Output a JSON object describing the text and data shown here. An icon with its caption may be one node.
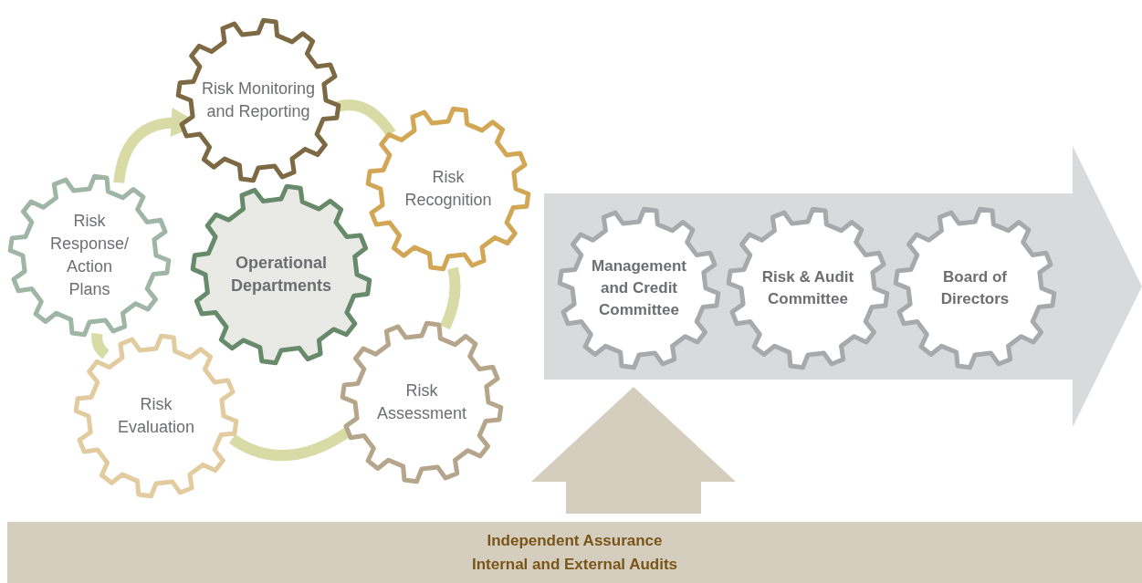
{
  "diagram": {
    "nodes": [
      {
        "text": [
          "Risk Monitoring and Reporting"
        ]
      },
      {
        "text": [
          "Risk Recognition"
        ]
      },
      {
        "text": [
          "Operational Departments"
        ]
      },
      {
        "text": [
          "Risk Response/ Action Plans"
        ]
      },
      {
        "text": [
          "Risk Evaluation"
        ]
      },
      {
        "text": [
          "Risk Assessment"
        ]
      },
      {
        "text": [],
        "shape": "arrow"
      },
      {
        "text": [
          "Management and Credit Committee"
        ],
        "in": 6
      },
      {
        "text": [
          "Risk & Audit Committee"
        ],
        "in": 6
      },
      {
        "text": [
          "Board of Directors"
        ],
        "in": 6
      },
      {
        "text": [
          "Independent Assurance",
          "Internal and External Audits"
        ]
      }
    ],
    "edges": [
      {
        "from": 3,
        "to": 0,
        "arrow": "to"
      },
      {
        "from": 0,
        "to": 1,
        "arrow": "none"
      },
      {
        "from": 1,
        "to": 5,
        "arrow": "none"
      },
      {
        "from": 5,
        "to": 4,
        "arrow": "none"
      },
      {
        "from": 4,
        "to": 3,
        "arrow": "none"
      },
      {
        "from": 10,
        "to": 6,
        "arrow": "to",
        "style": "thick",
        "color": "#d5cdbd"
      }
    ]
  }
}
